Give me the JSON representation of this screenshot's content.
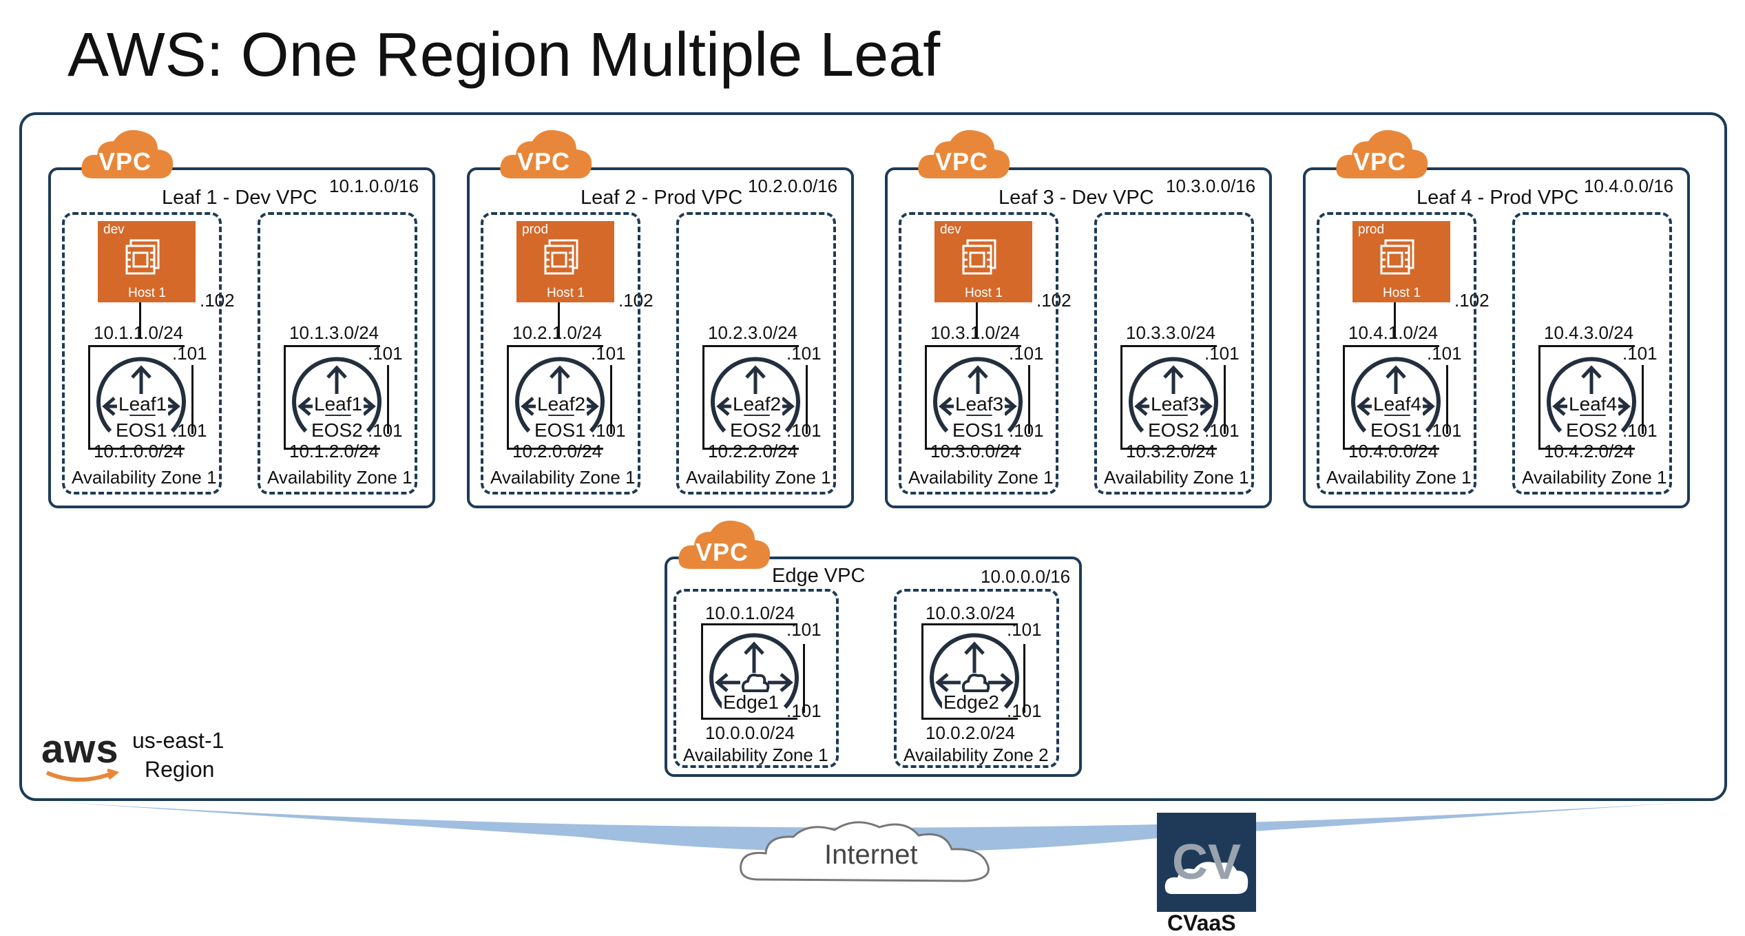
{
  "title": "AWS: One Region Multiple Leaf",
  "region": {
    "name": "us-east-1",
    "label": "Region",
    "logo_text": "aws"
  },
  "vpc_badge": "VPC",
  "leaf_vpcs": [
    {
      "name": "Leaf 1 - Dev VPC",
      "cidr": "10.1.0.0/16",
      "host_tag": "dev",
      "host_label": "Host 1",
      "host_ip": ".102",
      "azs": [
        {
          "top_subnet": "10.1.1.0/24",
          "bottom_subnet": "10.1.0.0/24",
          "router": "Leaf1",
          "eos": "EOS1",
          "ip_top": ".101",
          "ip_bottom": ".101",
          "az_label": "Availability Zone 1"
        },
        {
          "top_subnet": "10.1.3.0/24",
          "bottom_subnet": "10.1.2.0/24",
          "router": "Leaf1",
          "eos": "EOS2",
          "ip_top": ".101",
          "ip_bottom": ".101",
          "az_label": "Availability Zone 1"
        }
      ]
    },
    {
      "name": "Leaf 2 - Prod VPC",
      "cidr": "10.2.0.0/16",
      "host_tag": "prod",
      "host_label": "Host 1",
      "host_ip": ".102",
      "azs": [
        {
          "top_subnet": "10.2.1.0/24",
          "bottom_subnet": "10.2.0.0/24",
          "router": "Leaf2",
          "eos": "EOS1",
          "ip_top": ".101",
          "ip_bottom": ".101",
          "az_label": "Availability Zone 1"
        },
        {
          "top_subnet": "10.2.3.0/24",
          "bottom_subnet": "10.2.2.0/24",
          "router": "Leaf2",
          "eos": "EOS2",
          "ip_top": ".101",
          "ip_bottom": ".101",
          "az_label": "Availability Zone 1"
        }
      ]
    },
    {
      "name": "Leaf 3 - Dev VPC",
      "cidr": "10.3.0.0/16",
      "host_tag": "dev",
      "host_label": "Host 1",
      "host_ip": ".102",
      "azs": [
        {
          "top_subnet": "10.3.1.0/24",
          "bottom_subnet": "10.3.0.0/24",
          "router": "Leaf3",
          "eos": "EOS1",
          "ip_top": ".101",
          "ip_bottom": ".101",
          "az_label": "Availability Zone 1"
        },
        {
          "top_subnet": "10.3.3.0/24",
          "bottom_subnet": "10.3.2.0/24",
          "router": "Leaf3",
          "eos": "EOS2",
          "ip_top": ".101",
          "ip_bottom": ".101",
          "az_label": "Availability Zone 1"
        }
      ]
    },
    {
      "name": "Leaf 4 - Prod VPC",
      "cidr": "10.4.0.0/16",
      "host_tag": "prod",
      "host_label": "Host 1",
      "host_ip": ".102",
      "azs": [
        {
          "top_subnet": "10.4.1.0/24",
          "bottom_subnet": "10.4.0.0/24",
          "router": "Leaf4",
          "eos": "EOS1",
          "ip_top": ".101",
          "ip_bottom": ".101",
          "az_label": "Availability Zone 1"
        },
        {
          "top_subnet": "10.4.3.0/24",
          "bottom_subnet": "10.4.2.0/24",
          "router": "Leaf4",
          "eos": "EOS2",
          "ip_top": ".101",
          "ip_bottom": ".101",
          "az_label": "Availability Zone 1"
        }
      ]
    }
  ],
  "edge_vpc": {
    "name": "Edge VPC",
    "cidr": "10.0.0.0/16",
    "azs": [
      {
        "top_subnet": "10.0.1.0/24",
        "bottom_subnet": "10.0.0.0/24",
        "router": "Edge1",
        "ip_top": ".101",
        "ip_bottom": ".101",
        "az_label": "Availability Zone 1"
      },
      {
        "top_subnet": "10.0.3.0/24",
        "bottom_subnet": "10.0.2.0/24",
        "router": "Edge2",
        "ip_top": ".101",
        "ip_bottom": ".101",
        "az_label": "Availability Zone 2"
      }
    ]
  },
  "internet_label": "Internet",
  "cvaas": {
    "logo_text": "CV",
    "label": "CVaaS"
  },
  "colors": {
    "border": "#1d3b57",
    "vpc_orange": "#e8873a",
    "host_orange": "#d4692a",
    "internet_band": "#8fb3d9",
    "cvaas_bg": "#1f3a59"
  },
  "icons": [
    "vpc-cloud-icon",
    "ec2-instance-icon",
    "router-icon",
    "aws-logo-icon",
    "internet-cloud-icon",
    "cvaas-logo-icon"
  ]
}
